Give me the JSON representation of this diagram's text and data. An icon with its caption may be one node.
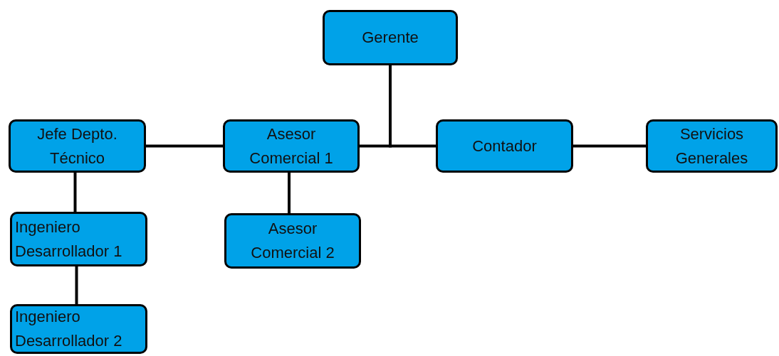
{
  "diagram": {
    "nodes": [
      {
        "text": [
          "Gerente"
        ]
      },
      {
        "text": [
          "Jefe Depto. Técnico"
        ]
      },
      {
        "text": [
          "Asesor Comercial 1"
        ]
      },
      {
        "text": [
          "Contador"
        ]
      },
      {
        "text": [
          "Servicios Generales"
        ]
      },
      {
        "text": [
          "Ingeniero Desarrollador 1"
        ]
      },
      {
        "text": [
          "Asesor Comercial 2"
        ]
      },
      {
        "text": [
          "Ingeniero Desarrollador 2"
        ]
      }
    ],
    "edges": [
      {
        "from": 0,
        "to": 2,
        "arrow": "none"
      },
      {
        "from": 0,
        "to": 3,
        "arrow": "none"
      },
      {
        "from": 2,
        "to": 1,
        "arrow": "none"
      },
      {
        "from": 3,
        "to": 4,
        "arrow": "none"
      },
      {
        "from": 1,
        "to": 5,
        "arrow": "none"
      },
      {
        "from": 5,
        "to": 7,
        "arrow": "none"
      },
      {
        "from": 2,
        "to": 6,
        "arrow": "none"
      }
    ]
  }
}
